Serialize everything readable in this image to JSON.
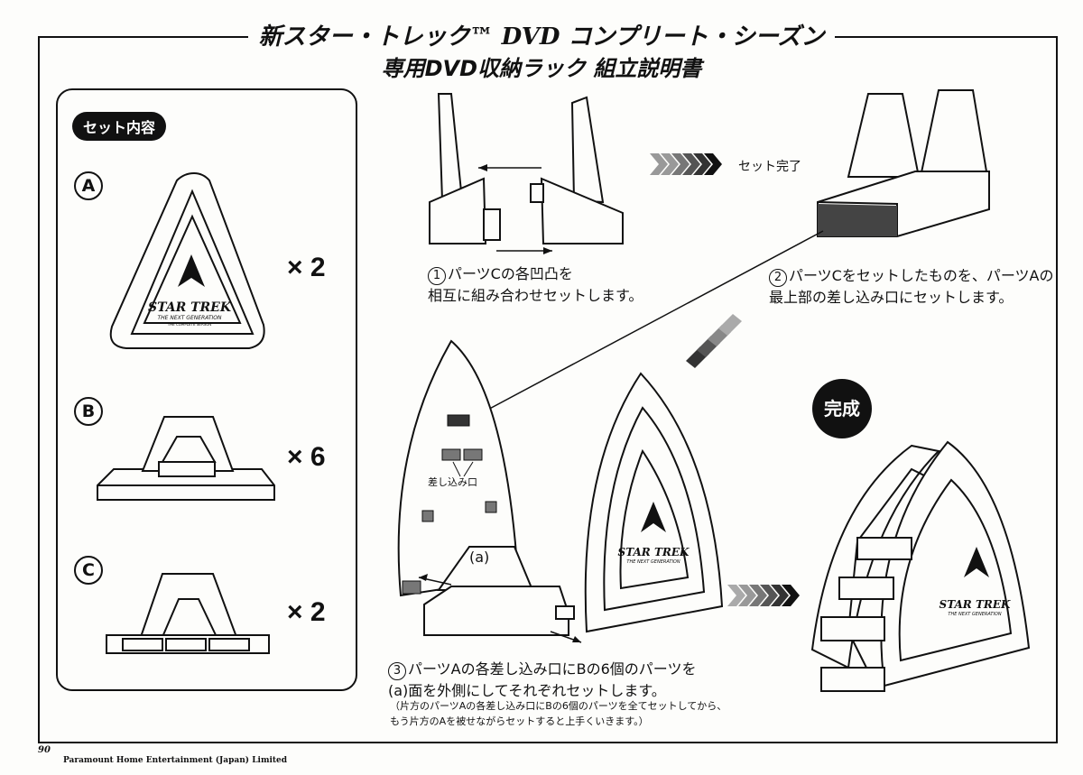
{
  "header": {
    "title": "新スター・トレック™ DVD コンプリート・シーズン",
    "subtitle": "専用DVD収納ラック 組立説明書"
  },
  "contents": {
    "label": "セット内容",
    "parts": [
      {
        "letter": "A",
        "qty": "× 2"
      },
      {
        "letter": "B",
        "qty": "× 6"
      },
      {
        "letter": "C",
        "qty": "× 2"
      }
    ]
  },
  "steps": {
    "step1_num": "1",
    "step1_line1": "パーツCの各凹凸を",
    "step1_line2": "相互に組み合わせセットします。",
    "set_done": "セット完了",
    "step2_num": "2",
    "step2_line1": "パーツCをセットしたものを、パーツAの",
    "step2_line2": "最上部の差し込み口にセットします。",
    "slot_label": "差し込み口",
    "face_label": "(a)",
    "step3_num": "3",
    "step3_line1": "パーツAの各差し込み口にBの6個のパーツを",
    "step3_line2": "(a)面を外側にしてそれぞれセットします。",
    "note1": "（片方のパーツAの各差し込み口にBの6個のパーツを全てセットしてから、",
    "note2": "もう片方のAを被せながらセットすると上手くいきます。）",
    "complete": "完成"
  },
  "logo": {
    "emblem_main": "STAR TREK",
    "emblem_sub": "THE NEXT GENERATION",
    "emblem_tiny": "THE COMPLETE SEASON"
  },
  "footer": {
    "badge": "90",
    "company": "Paramount Home Entertainment (Japan) Limited"
  },
  "colors": {
    "ink": "#111111",
    "paper": "#fdfdfb",
    "slot": "#777777",
    "arrow_dark": "#333333"
  }
}
